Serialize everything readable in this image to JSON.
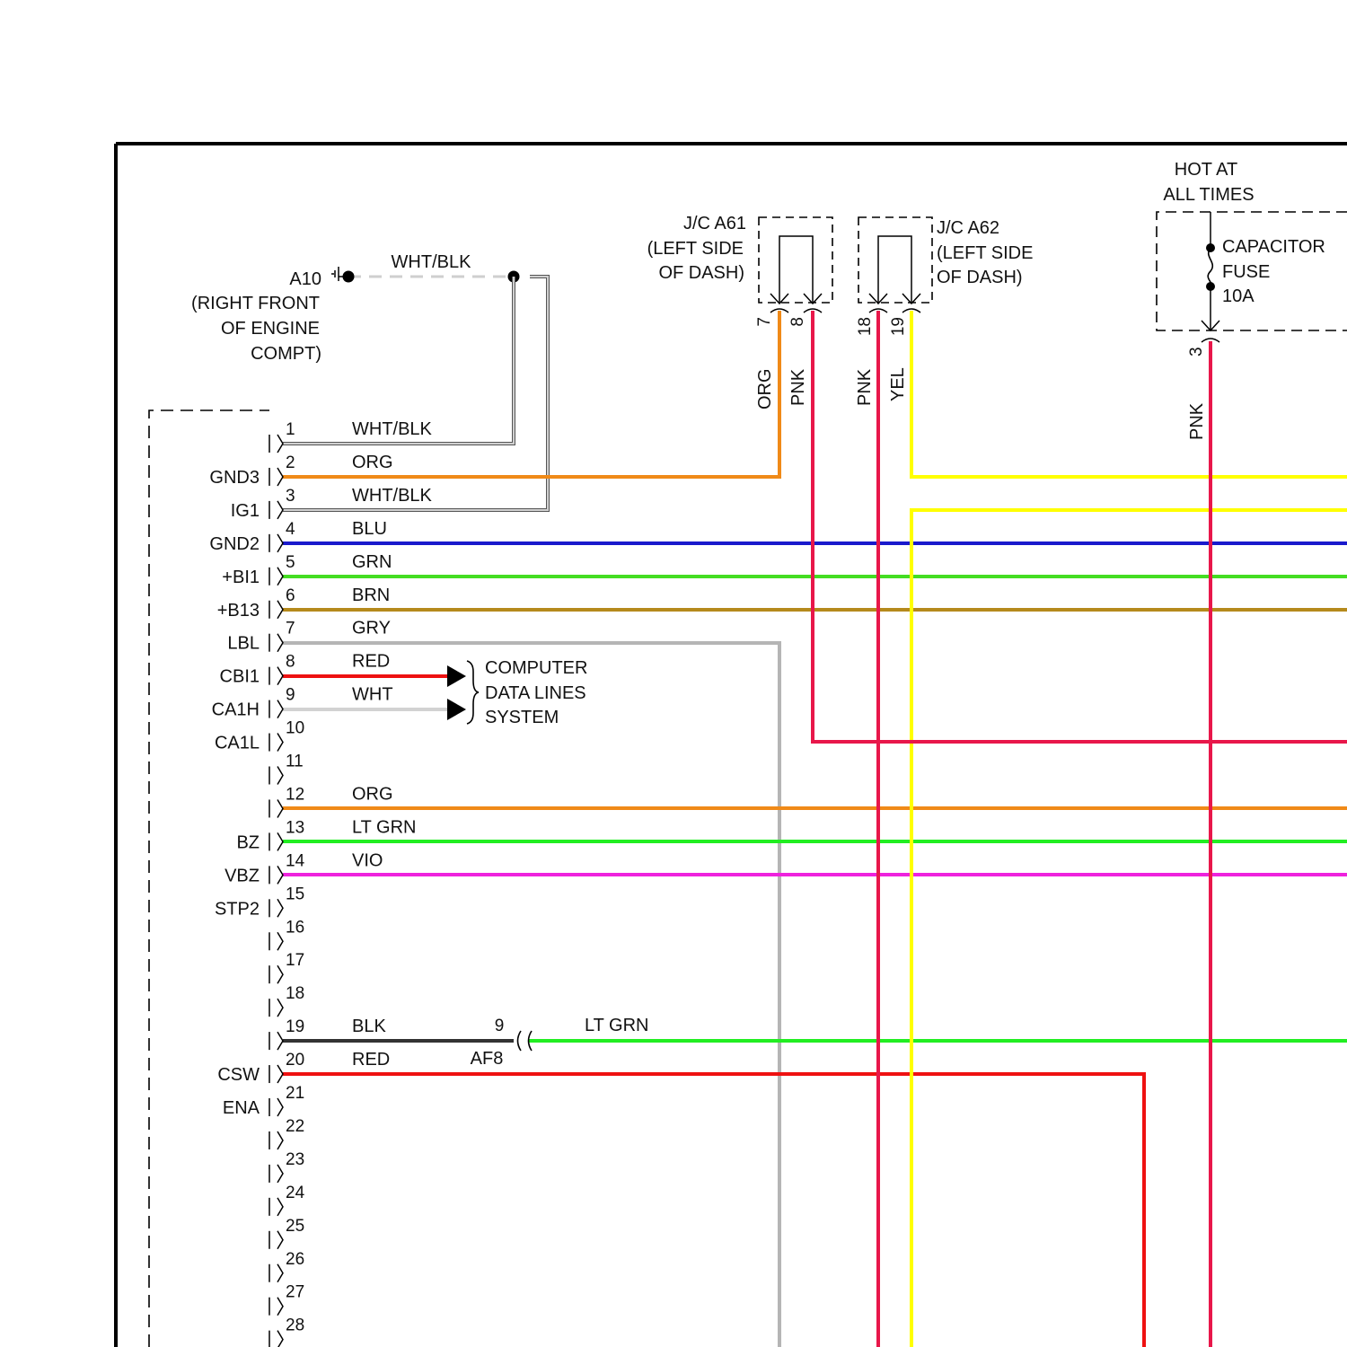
{
  "ground": {
    "label": "A10",
    "location": [
      "(RIGHT FRONT",
      "OF ENGINE",
      "COMPT)"
    ],
    "wire_label": "WHT/BLK"
  },
  "junctions": {
    "a61": {
      "label": "J/C A61",
      "location": [
        "(LEFT SIDE",
        "OF DASH)"
      ],
      "pins": [
        "7",
        "8"
      ],
      "wire_colors": [
        "ORG",
        "PNK"
      ]
    },
    "a62": {
      "label": "J/C A62",
      "location": [
        "(LEFT SIDE",
        "OF DASH)"
      ],
      "pins": [
        "18",
        "19"
      ],
      "wire_colors": [
        "PNK",
        "YEL"
      ]
    }
  },
  "fuse": {
    "hot_label": [
      "HOT AT",
      "ALL TIMES"
    ],
    "name": [
      "CAPACITOR",
      "FUSE",
      "10A"
    ],
    "pin": "3",
    "wire_color": "PNK"
  },
  "connector_pins": [
    {
      "pin": "1",
      "signal": "",
      "wire": "WHT/BLK",
      "color": "#999999"
    },
    {
      "pin": "2",
      "signal": "GND3",
      "wire": "ORG",
      "color": "#f08a18"
    },
    {
      "pin": "3",
      "signal": "IG1",
      "wire": "WHT/BLK",
      "color": "#999999"
    },
    {
      "pin": "4",
      "signal": "GND2",
      "wire": "BLU",
      "color": "#1a1acc"
    },
    {
      "pin": "5",
      "signal": "+BI1",
      "wire": "GRN",
      "color": "#44dd22"
    },
    {
      "pin": "6",
      "signal": "+B13",
      "wire": "BRN",
      "color": "#b58a1c"
    },
    {
      "pin": "7",
      "signal": "LBL",
      "wire": "GRY",
      "color": "#b5b5b5"
    },
    {
      "pin": "8",
      "signal": "CBI1",
      "wire": "RED",
      "color": "#ee1111"
    },
    {
      "pin": "9",
      "signal": "CA1H",
      "wire": "WHT",
      "color": "#d2d2d2"
    },
    {
      "pin": "10",
      "signal": "CA1L",
      "wire": "",
      "color": ""
    },
    {
      "pin": "11",
      "signal": "",
      "wire": "",
      "color": ""
    },
    {
      "pin": "12",
      "signal": "",
      "wire": "ORG",
      "color": "#f08a18"
    },
    {
      "pin": "13",
      "signal": "BZ",
      "wire": "LT GRN",
      "color": "#22ee22"
    },
    {
      "pin": "14",
      "signal": "VBZ",
      "wire": "VIO",
      "color": "#ee22dd"
    },
    {
      "pin": "15",
      "signal": "STP2",
      "wire": "",
      "color": ""
    },
    {
      "pin": "16",
      "signal": "",
      "wire": "",
      "color": ""
    },
    {
      "pin": "17",
      "signal": "",
      "wire": "",
      "color": ""
    },
    {
      "pin": "18",
      "signal": "",
      "wire": "",
      "color": ""
    },
    {
      "pin": "19",
      "signal": "",
      "wire": "BLK",
      "color": "#333333"
    },
    {
      "pin": "20",
      "signal": "CSW",
      "wire": "RED",
      "color": "#ee1111"
    },
    {
      "pin": "21",
      "signal": "ENA",
      "wire": "",
      "color": ""
    },
    {
      "pin": "22",
      "signal": "",
      "wire": "",
      "color": ""
    },
    {
      "pin": "23",
      "signal": "",
      "wire": "",
      "color": ""
    },
    {
      "pin": "24",
      "signal": "",
      "wire": "",
      "color": ""
    },
    {
      "pin": "25",
      "signal": "",
      "wire": "",
      "color": ""
    },
    {
      "pin": "26",
      "signal": "",
      "wire": "",
      "color": ""
    },
    {
      "pin": "27",
      "signal": "",
      "wire": "",
      "color": ""
    },
    {
      "pin": "28",
      "signal": "",
      "wire": "",
      "color": ""
    }
  ],
  "data_lines": [
    "COMPUTER",
    "DATA LINES",
    "SYSTEM"
  ],
  "af8": {
    "name": "AF8",
    "pin": "9",
    "wire_color": "LT GRN"
  },
  "colors": {
    "pnk": "#e8174a",
    "yel": "#ffff00",
    "org": "#f08a18",
    "gry": "#b5b5b5",
    "ltgrn": "#22ee22",
    "red": "#ee1111"
  }
}
